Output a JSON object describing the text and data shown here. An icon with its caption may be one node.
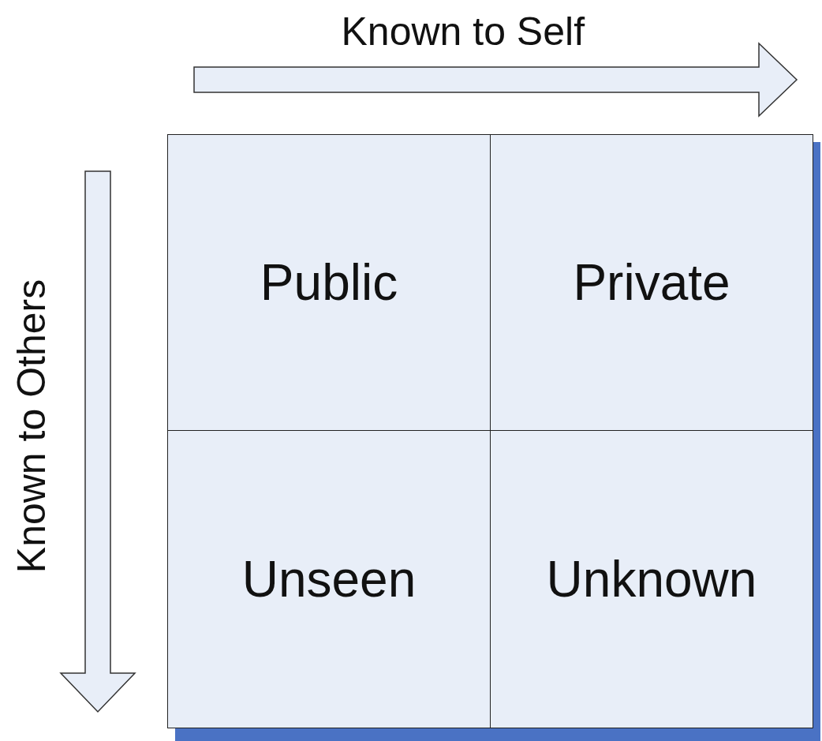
{
  "diagram": {
    "nodes": [
      {
        "text": [
          "Public"
        ]
      },
      {
        "text": [
          "Private"
        ]
      },
      {
        "text": [
          "Unseen"
        ]
      },
      {
        "text": [
          "Unknown"
        ]
      }
    ],
    "labels": [
      "Known to Self",
      "Known to Others"
    ]
  }
}
